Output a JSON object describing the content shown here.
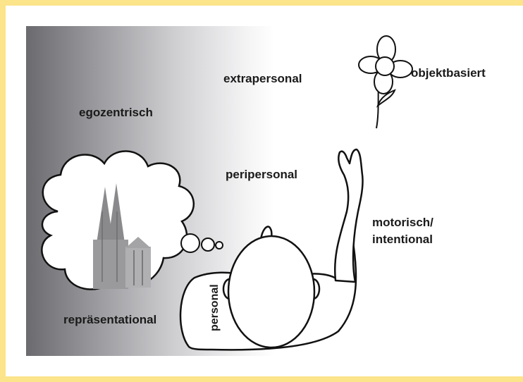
{
  "labels": {
    "extrapersonal": "extrapersonal",
    "objektbasiert": "objektbasiert",
    "egozentrisch": "egozentrisch",
    "peripersonal": "peripersonal",
    "motorisch": "motorisch/",
    "intentional": "intentional",
    "representational": "repräsentational",
    "personal": "personal"
  },
  "colors": {
    "frame": "#fbe48a",
    "gradient_dark": "#6b6b6f",
    "line": "#111111"
  },
  "figures": [
    "flower",
    "thought-cloud",
    "cathedral",
    "head-top-view",
    "raised-arm"
  ]
}
